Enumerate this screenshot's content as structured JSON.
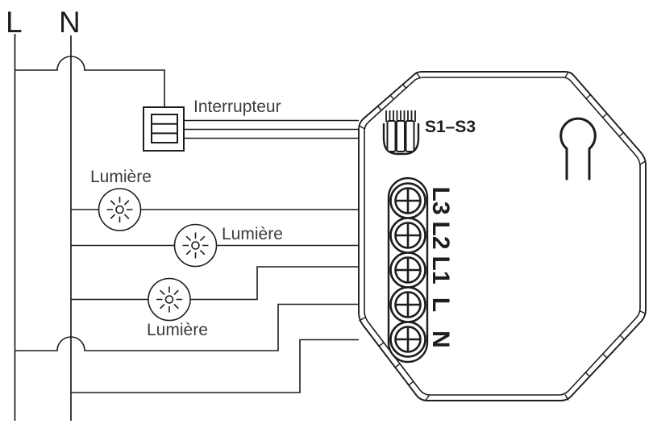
{
  "diagram": {
    "kind": "electrical-wiring-diagram",
    "mains": {
      "live": "L",
      "neutral": "N"
    },
    "switch_label": "Interrupteur",
    "light_labels": [
      "Lumière",
      "Lumière",
      "Lumière"
    ],
    "module": {
      "connector_label": "S1–S3",
      "terminal_labels": [
        "L3",
        "L2",
        "L1",
        "L",
        "N"
      ]
    },
    "colors": {
      "line": "#1d1d1b",
      "label_text": "#3c3c3b",
      "strong_text": "#1d1d1b",
      "background": "#ffffff"
    }
  }
}
